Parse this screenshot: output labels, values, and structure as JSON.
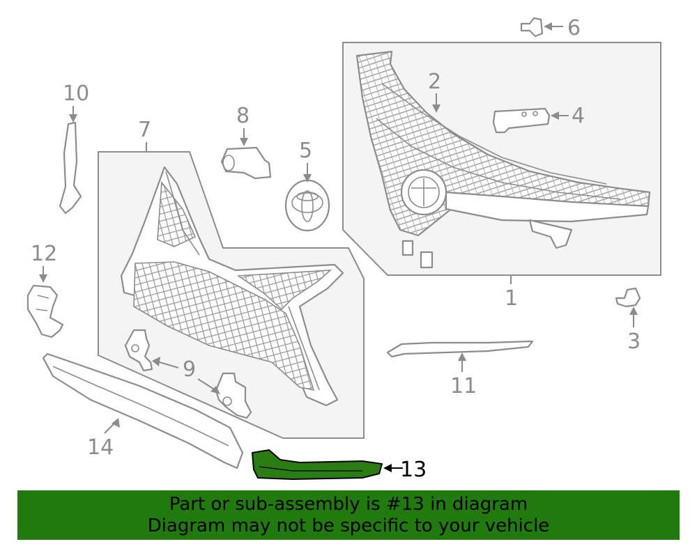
{
  "diagram": {
    "highlight_color": "#2a7d12",
    "line_color": "#8c8c8c",
    "callouts": [
      {
        "id": "1",
        "label": "1"
      },
      {
        "id": "2",
        "label": "2"
      },
      {
        "id": "3",
        "label": "3"
      },
      {
        "id": "4",
        "label": "4"
      },
      {
        "id": "5",
        "label": "5"
      },
      {
        "id": "6",
        "label": "6"
      },
      {
        "id": "7",
        "label": "7"
      },
      {
        "id": "8",
        "label": "8"
      },
      {
        "id": "9",
        "label": "9"
      },
      {
        "id": "10",
        "label": "10"
      },
      {
        "id": "11",
        "label": "11"
      },
      {
        "id": "12",
        "label": "12"
      },
      {
        "id": "13",
        "label": "13"
      },
      {
        "id": "14",
        "label": "14"
      }
    ],
    "highlighted_part": "13"
  },
  "banner": {
    "line1": "Part or sub-assembly is #13 in diagram",
    "line2": "Diagram may not be specific to your vehicle",
    "background": "#207a0e"
  }
}
